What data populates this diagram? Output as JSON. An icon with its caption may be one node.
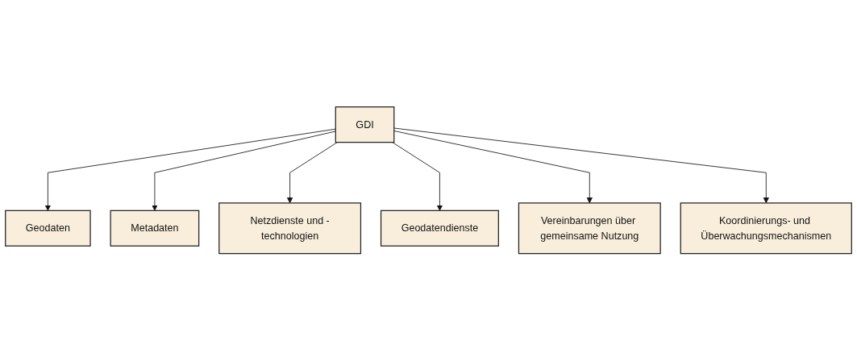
{
  "diagram": {
    "nodes": [
      {
        "text": [
          "GDI"
        ]
      },
      {
        "text": [
          "Geodaten"
        ]
      },
      {
        "text": [
          "Metadaten"
        ]
      },
      {
        "text": [
          "Netzdienste und -technologien"
        ]
      },
      {
        "text": [
          "Geodatendienste"
        ]
      },
      {
        "text": [
          "Vereinbarungen über gemeinsame Nutzung"
        ]
      },
      {
        "text": [
          "Koordinierungs- und Überwachungsmechanismen"
        ]
      }
    ],
    "edges": [
      {
        "from": 0,
        "to": 1,
        "arrow": "to"
      },
      {
        "from": 0,
        "to": 2,
        "arrow": "to"
      },
      {
        "from": 0,
        "to": 3,
        "arrow": "to"
      },
      {
        "from": 0,
        "to": 4,
        "arrow": "to"
      },
      {
        "from": 0,
        "to": 5,
        "arrow": "to"
      },
      {
        "from": 0,
        "to": 6,
        "arrow": "to"
      }
    ]
  }
}
